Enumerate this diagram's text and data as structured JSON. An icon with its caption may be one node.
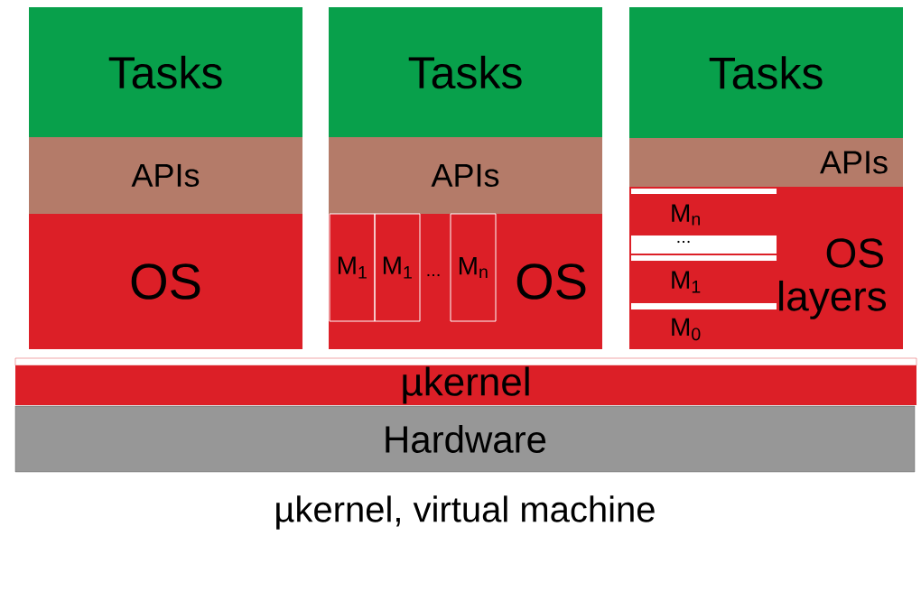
{
  "diagram": {
    "caption": "µkernel, virtual machine",
    "nodes": [
      {
        "text": [
          "Tasks"
        ]
      },
      {
        "text": [
          "APIs"
        ]
      },
      {
        "text": [
          "OS"
        ]
      },
      {
        "text": [
          "Tasks"
        ]
      },
      {
        "text": [
          "APIs"
        ]
      },
      {
        "text": [
          "OS"
        ]
      },
      {
        "text": [
          "M$_{1}$"
        ],
        "in": 5
      },
      {
        "text": [
          "M$_{1}$"
        ],
        "in": 5
      },
      {
        "text": [
          "M$_{n}$"
        ],
        "in": 5
      },
      {
        "text": [
          "Tasks"
        ]
      },
      {
        "text": [
          "APIs"
        ]
      },
      {
        "text": [
          "OS layers"
        ]
      },
      {
        "text": [
          "M$_{n}$"
        ],
        "in": 11
      },
      {
        "text": [
          "M$_{1}$"
        ],
        "in": 11
      },
      {
        "text": [
          "M$_{0}$"
        ],
        "in": 11
      },
      {
        "text": [
          "µkernel"
        ]
      },
      {
        "text": [
          "Hardware"
        ]
      }
    ],
    "labels": [
      "...",
      "..."
    ]
  }
}
